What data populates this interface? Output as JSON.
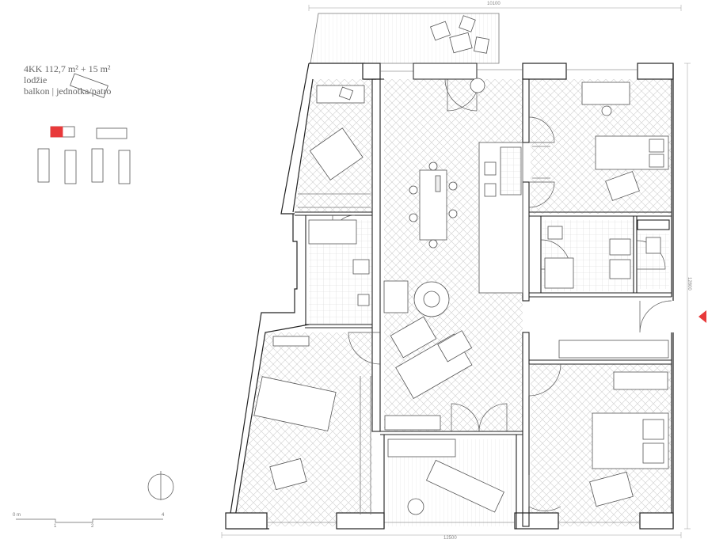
{
  "unit_info": {
    "title": "4KK 112,7 m² + 15 m²",
    "line2": "lodžie",
    "line3": "balkon | jednotka/patro"
  },
  "dimensions": {
    "top": "10100",
    "bottom": "12500",
    "right": "12800"
  },
  "scale_bar": {
    "labels": [
      "0 m",
      "1",
      "2",
      "4"
    ]
  },
  "colors": {
    "accent": "#e8393a",
    "line": "#333333",
    "floor_pattern": "#cfcfcf"
  }
}
